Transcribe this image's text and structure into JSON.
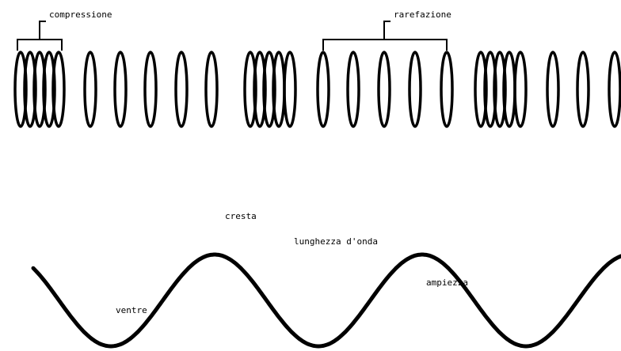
{
  "labels": {
    "compression": "compressione",
    "rarefaction": "rarefazione",
    "crest": "cresta",
    "wavelength": "lunghezza d'onda",
    "amplitude": "ampiezza",
    "trough": "ventre"
  },
  "colors": {
    "ink": "#000000",
    "background": "#ffffff"
  }
}
